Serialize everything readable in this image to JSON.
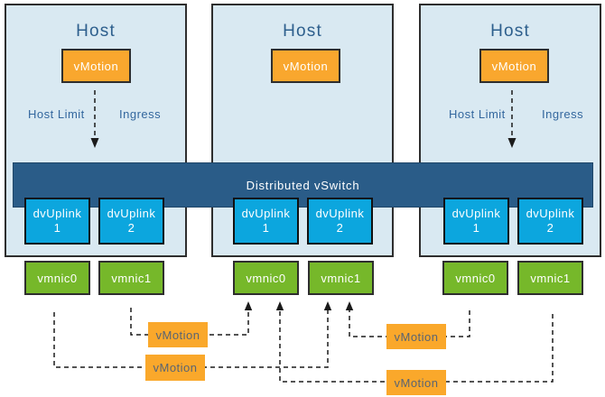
{
  "colors": {
    "host_fill": "#d9e9f2",
    "host_border": "#2e2e2e",
    "switch_bar_fill": "#2a5c88",
    "uplink_fill": "#0ca6de",
    "vmnic_fill": "#76b82a",
    "vmotion_fill": "#f9a72e",
    "flow_label_fill": "#faa82b",
    "flow_label_text": "#5a6472",
    "box_text": "#ffffff",
    "host_title_text": "#2d5f8d",
    "annotation_text": "#33679e",
    "line_color": "#1b1b1b"
  },
  "switch": {
    "label": "Distributed vSwitch"
  },
  "hosts": [
    {
      "title": "Host",
      "vmotion_label": "vMotion",
      "host_limit_label": "Host Limit",
      "ingress_label": "Ingress",
      "uplinks": [
        {
          "name": "dvUplink",
          "number": "1"
        },
        {
          "name": "dvUplink",
          "number": "2"
        }
      ],
      "vmnics": [
        "vmnic0",
        "vmnic1"
      ]
    },
    {
      "title": "Host",
      "vmotion_label": "vMotion",
      "uplinks": [
        {
          "name": "dvUplink",
          "number": "1"
        },
        {
          "name": "dvUplink",
          "number": "2"
        }
      ],
      "vmnics": [
        "vmnic0",
        "vmnic1"
      ]
    },
    {
      "title": "Host",
      "vmotion_label": "vMotion",
      "host_limit_label": "Host Limit",
      "ingress_label": "Ingress",
      "uplinks": [
        {
          "name": "dvUplink",
          "number": "1"
        },
        {
          "name": "dvUplink",
          "number": "2"
        }
      ],
      "vmnics": [
        "vmnic0",
        "vmnic1"
      ]
    }
  ],
  "flow_labels": [
    "vMotion",
    "vMotion",
    "vMotion",
    "vMotion"
  ]
}
